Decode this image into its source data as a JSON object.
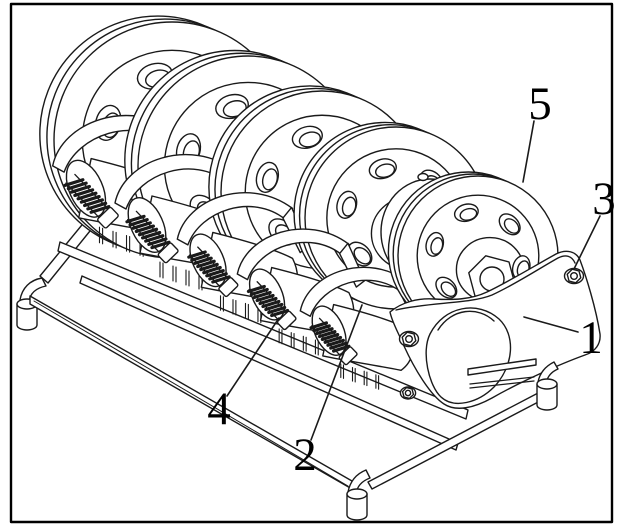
{
  "figure": {
    "labels": [
      {
        "text": "1"
      },
      {
        "text": "2"
      },
      {
        "text": "3"
      },
      {
        "text": "4"
      },
      {
        "text": "5"
      }
    ],
    "colors": {
      "line": "#1a1a1a",
      "border": "#000000",
      "background": "#ffffff"
    }
  }
}
